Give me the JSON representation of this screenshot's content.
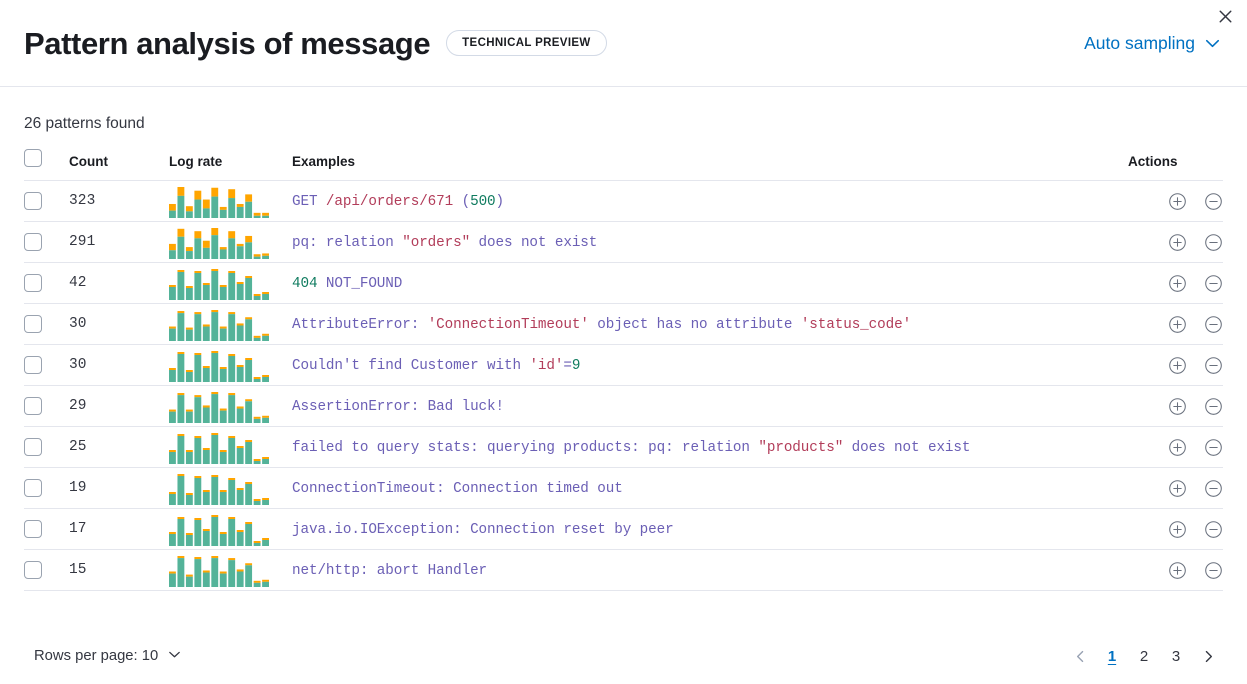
{
  "header": {
    "title": "Pattern analysis of message",
    "badge": "TECHNICAL PREVIEW",
    "sampling_label": "Auto sampling",
    "close_title": "Close"
  },
  "summary": {
    "patterns_found": "26 patterns found"
  },
  "table": {
    "columns": {
      "count": "Count",
      "log_rate": "Log rate",
      "examples": "Examples",
      "actions": "Actions"
    },
    "rows": [
      {
        "count": "323",
        "example": "GET /api/orders/671 (500)",
        "tokens": [
          {
            "t": "GET ",
            "c": "default"
          },
          {
            "t": "/api/orders/671",
            "c": "string"
          },
          {
            "t": " (",
            "c": "default"
          },
          {
            "t": "500",
            "c": "number"
          },
          {
            "t": ")",
            "c": "default"
          }
        ],
        "spark": {
          "teal": [
            10,
            30,
            9,
            25,
            13,
            29,
            11,
            27,
            15,
            22,
            3,
            3
          ],
          "orange": [
            9,
            12,
            7,
            12,
            12,
            12,
            4,
            12,
            4,
            10,
            4,
            4
          ]
        }
      },
      {
        "count": "291",
        "example": "pq: relation \"orders\" does not exist",
        "tokens": [
          {
            "t": "pq: relation ",
            "c": "default"
          },
          {
            "t": "\"orders\"",
            "c": "string"
          },
          {
            "t": " does not exist",
            "c": "default"
          }
        ],
        "spark": {
          "teal": [
            11,
            28,
            10,
            26,
            14,
            30,
            12,
            26,
            16,
            21,
            3,
            4
          ],
          "orange": [
            8,
            10,
            5,
            9,
            9,
            9,
            3,
            9,
            3,
            8,
            3,
            3
          ]
        }
      },
      {
        "count": "42",
        "example": "404 NOT_FOUND",
        "tokens": [
          {
            "t": "404",
            "c": "number"
          },
          {
            "t": " NOT_FOUND",
            "c": "default"
          }
        ],
        "spark": {
          "teal": [
            13,
            28,
            12,
            27,
            15,
            29,
            13,
            27,
            16,
            22,
            4,
            6
          ],
          "orange": [
            2,
            2,
            2,
            2,
            2,
            2,
            2,
            2,
            2,
            2,
            2,
            2
          ]
        }
      },
      {
        "count": "30",
        "example": "AttributeError: 'ConnectionTimeout' object has no attribute 'status_code'",
        "tokens": [
          {
            "t": "AttributeError: ",
            "c": "default"
          },
          {
            "t": "'ConnectionTimeout'",
            "c": "string"
          },
          {
            "t": " object has no attribute ",
            "c": "default"
          },
          {
            "t": "'status_code'",
            "c": "string"
          }
        ],
        "spark": {
          "teal": [
            12,
            27,
            11,
            26,
            14,
            28,
            12,
            26,
            15,
            21,
            3,
            5
          ],
          "orange": [
            2,
            2,
            2,
            2,
            2,
            2,
            2,
            2,
            2,
            2,
            2,
            2
          ]
        }
      },
      {
        "count": "30",
        "example": "Couldn't find Customer with 'id'=9",
        "tokens": [
          {
            "t": "Couldn't find Customer with ",
            "c": "default"
          },
          {
            "t": "'id'",
            "c": "string"
          },
          {
            "t": "=",
            "c": "default"
          },
          {
            "t": "9",
            "c": "number"
          }
        ],
        "spark": {
          "teal": [
            12,
            28,
            10,
            27,
            14,
            29,
            13,
            26,
            15,
            22,
            3,
            5
          ],
          "orange": [
            2,
            2,
            2,
            2,
            2,
            2,
            2,
            2,
            2,
            2,
            2,
            2
          ]
        }
      },
      {
        "count": "29",
        "example": "AssertionError: Bad luck!",
        "tokens": [
          {
            "t": "AssertionError: Bad luck!",
            "c": "default"
          }
        ],
        "spark": {
          "teal": [
            11,
            27,
            11,
            25,
            15,
            28,
            12,
            27,
            14,
            21,
            4,
            5
          ],
          "orange": [
            2,
            2,
            2,
            2,
            2,
            2,
            2,
            2,
            2,
            2,
            2,
            2
          ]
        }
      },
      {
        "count": "25",
        "example": "failed to query stats: querying products: pq: relation \"products\" does not exist",
        "tokens": [
          {
            "t": "failed to query stats: querying products: pq: relation ",
            "c": "default"
          },
          {
            "t": "\"products\"",
            "c": "string"
          },
          {
            "t": " does not exist",
            "c": "default"
          }
        ],
        "spark": {
          "teal": [
            12,
            28,
            12,
            26,
            14,
            29,
            12,
            26,
            16,
            22,
            3,
            5
          ],
          "orange": [
            2,
            2,
            2,
            2,
            2,
            2,
            2,
            2,
            2,
            2,
            2,
            2
          ]
        }
      },
      {
        "count": "19",
        "example": "ConnectionTimeout: Connection timed out",
        "tokens": [
          {
            "t": "ConnectionTimeout: Connection timed out",
            "c": "default"
          }
        ],
        "spark": {
          "teal": [
            11,
            29,
            10,
            27,
            13,
            28,
            13,
            25,
            15,
            21,
            4,
            5
          ],
          "orange": [
            2,
            2,
            2,
            2,
            2,
            2,
            2,
            2,
            2,
            2,
            2,
            2
          ]
        }
      },
      {
        "count": "17",
        "example": "java.io.IOException: Connection reset by peer",
        "tokens": [
          {
            "t": "java.io.IOException: Connection reset by peer",
            "c": "default"
          }
        ],
        "spark": {
          "teal": [
            12,
            27,
            11,
            26,
            15,
            29,
            12,
            27,
            14,
            22,
            3,
            6
          ],
          "orange": [
            2,
            2,
            2,
            2,
            2,
            2,
            2,
            2,
            2,
            2,
            2,
            2
          ]
        }
      },
      {
        "count": "15",
        "example": "net/http: abort Handler",
        "tokens": [
          {
            "t": "net/http: abort Handler",
            "c": "default"
          }
        ],
        "spark": {
          "teal": [
            13,
            28,
            10,
            27,
            14,
            28,
            13,
            26,
            15,
            21,
            4,
            5
          ],
          "orange": [
            2,
            2,
            2,
            2,
            2,
            2,
            2,
            2,
            2,
            2,
            2,
            2
          ]
        }
      }
    ]
  },
  "footer": {
    "rows_per_page_label": "Rows per page: 10",
    "pages": [
      "1",
      "2",
      "3"
    ],
    "active_page": "1"
  },
  "colors": {
    "teal": "#54b399",
    "orange": "#ffa500",
    "accent": "#0071c2",
    "token_default": "#6b5fb5",
    "token_string": "#b23d5a",
    "token_number": "#0f7b5f"
  }
}
